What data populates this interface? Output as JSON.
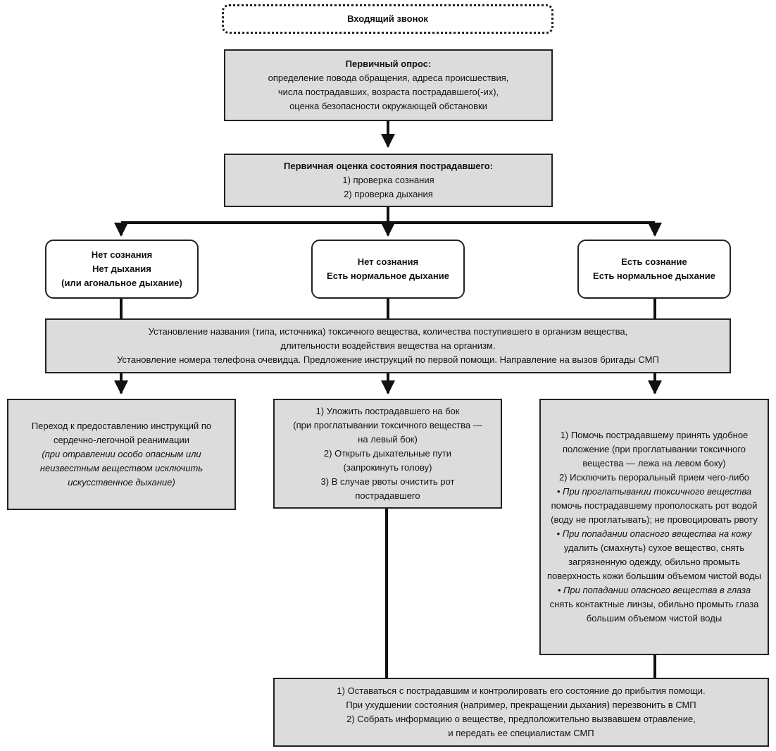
{
  "incoming": {
    "text": "Входящий звонок"
  },
  "primary_survey": {
    "title": "Первичный опрос:",
    "lines": [
      "определение повода обращения, адреса происшествия,",
      "числа пострадавших, возраста пострадавшего(-их),",
      "оценка безопасности окружающей обстановки"
    ]
  },
  "primary_assessment": {
    "title": "Первичная оценка состояния пострадавшего:",
    "lines": [
      "1)  проверка сознания",
      "2)  проверка дыхания"
    ]
  },
  "states": [
    {
      "lines": [
        "Нет сознания",
        "Нет дыхания",
        "(или агональное дыхание)"
      ]
    },
    {
      "lines": [
        "Нет сознания",
        "Есть нормальное дыхание"
      ]
    },
    {
      "lines": [
        "Есть сознание",
        "Есть нормальное дыхание"
      ]
    }
  ],
  "identification": {
    "lines": [
      "Установление названия (типа, источника) токсичного вещества, количества поступившего в организм вещества,",
      "длительности воздействия вещества на организм.",
      "Установление номера телефона очевидца. Предложение инструкций по первой помощи. Направление на вызов бригады СМП"
    ]
  },
  "left_action": {
    "text": "Переход к предоставлению инструкций по сердечно-легочной реанимации",
    "italic": "(при отравлении особо опасным или неизвестным веществом исключить искусственное дыхание)"
  },
  "middle_action": {
    "lines": [
      "1) Уложить пострадавшего на бок",
      "(при проглатывании токсичного вещества —",
      "на левый бок)",
      "2) Открыть дыхательные пути",
      "(запрокинуть голову)",
      "3) В случае рвоты очистить рот",
      "пострадавшего"
    ]
  },
  "right_action": {
    "p1": "1) Помочь пострадавшему принять удобное положение (при проглатывании токсичного вещества — лежа на левом боку)",
    "p2": "2) Исключить пероральный прием чего-либо",
    "b1_italic": "• При проглатывании токсичного вещества",
    "b1_text": " помочь пострадавшему прополоскать рот водой (воду не проглатывать); не провоцировать рвоту",
    "b2_italic": "• При попадании опасного вещества на кожу",
    "b2_text": " удалить (смахнуть) сухое вещество, снять загрязненную одежду, обильно промыть поверхность кожи большим объемом чистой воды",
    "b3_italic": "• При попадании опасного вещества в глаза",
    "b3_text": " снять контактные линзы, обильно промыть глаза большим объемом чистой воды"
  },
  "final_action": {
    "lines": [
      "1) Оставаться с пострадавшим и контролировать его состояние до прибытия помощи.",
      "При ухудшении состояния (например, прекращении дыхания) перезвонить в СМП",
      "2) Собрать информацию о веществе, предположительно вызвавшем отравление,",
      "и передать ее специалистам СМП"
    ]
  }
}
